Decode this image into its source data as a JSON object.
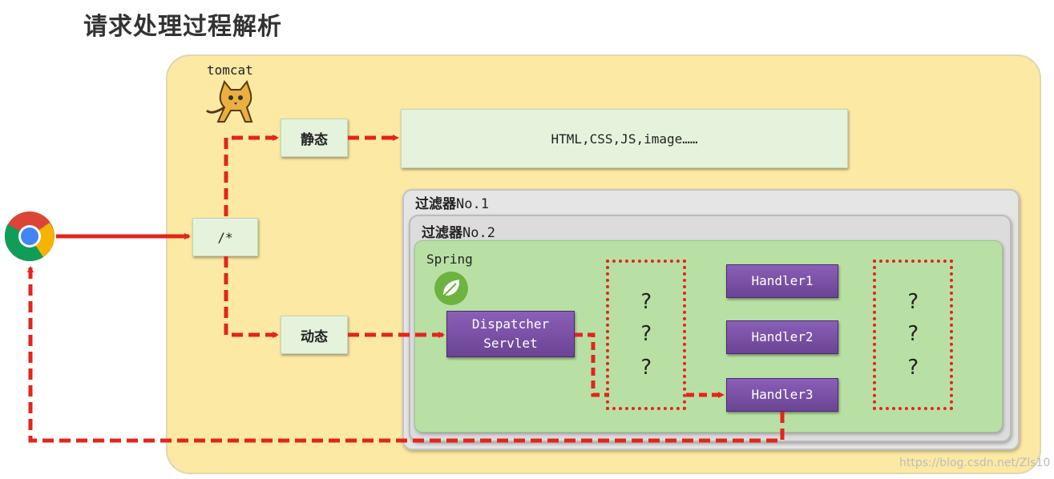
{
  "title": "请求处理过程解析",
  "tomcat": {
    "label": "tomcat"
  },
  "router": {
    "label": "/*"
  },
  "static_box": {
    "label": "静态"
  },
  "dynamic_box": {
    "label": "动态"
  },
  "static_resources": {
    "label": "HTML,CSS,JS,image……"
  },
  "filter1": {
    "label_cn": "过滤器",
    "label_no": "No.1"
  },
  "filter2": {
    "label_cn": "过滤器",
    "label_no": "No.2"
  },
  "spring": {
    "label": "Spring"
  },
  "dispatcher": {
    "line1": "Dispatcher",
    "line2": "Servlet"
  },
  "handlers": [
    "Handler1",
    "Handler2",
    "Handler3"
  ],
  "unknown_left": [
    "?",
    "?",
    "?"
  ],
  "unknown_right": [
    "?",
    "?",
    "?"
  ],
  "watermark": "https://blog.csdn.net/Zls10",
  "colors": {
    "arrow": "#e4241c",
    "panel": "#fbe9a4",
    "handler": "#7a52a8",
    "spring_panel": "#b9e0a4"
  },
  "icons": {
    "browser": "chrome-icon",
    "tomcat": "tomcat-cat-icon",
    "spring": "spring-leaf-icon"
  }
}
